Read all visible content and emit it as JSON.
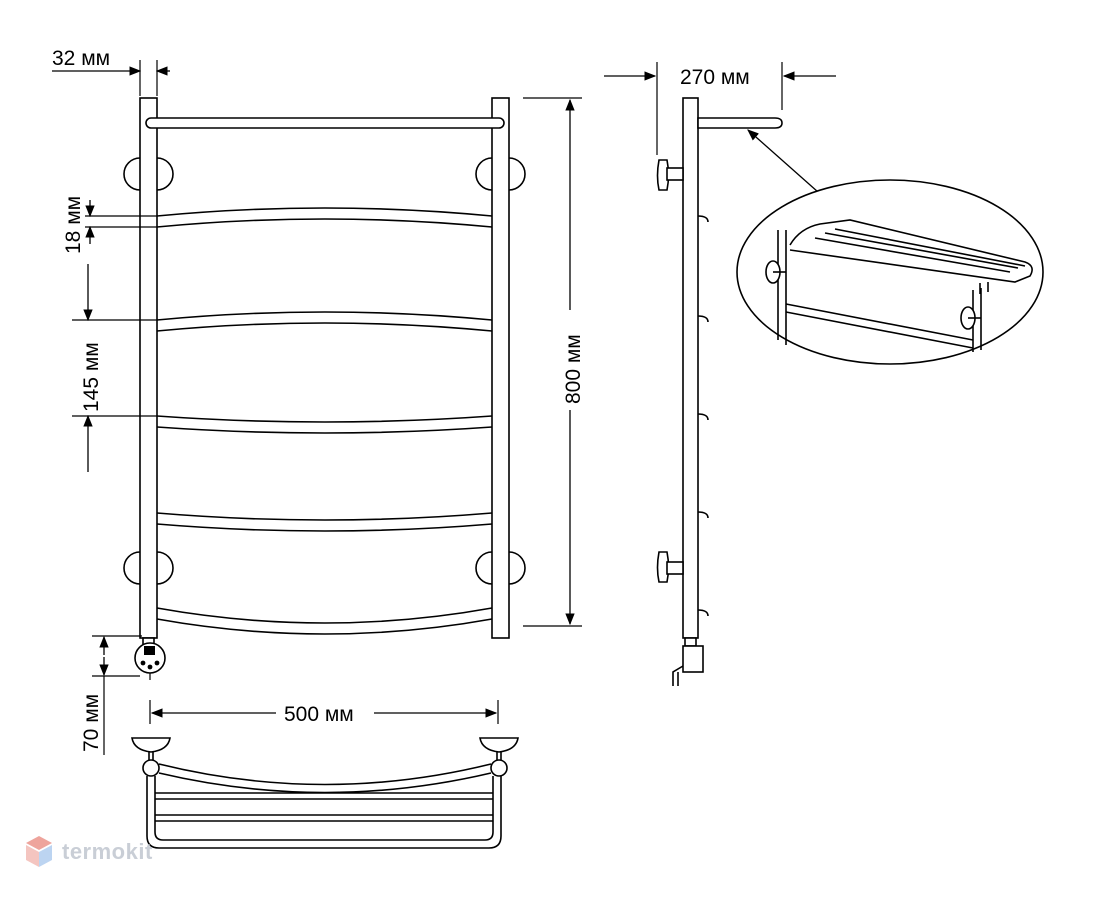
{
  "labels": {
    "width_32": "32 мм",
    "depth_270": "270 мм",
    "gap_18": "18 мм",
    "step_145": "145 мм",
    "height_800": "800 мм",
    "offset_70": "70 мм",
    "width_500": "500 мм"
  },
  "brand": {
    "name": "termokit",
    "colors": [
      "#e05a4a",
      "#6aa0e0",
      "#c9ced6"
    ]
  }
}
